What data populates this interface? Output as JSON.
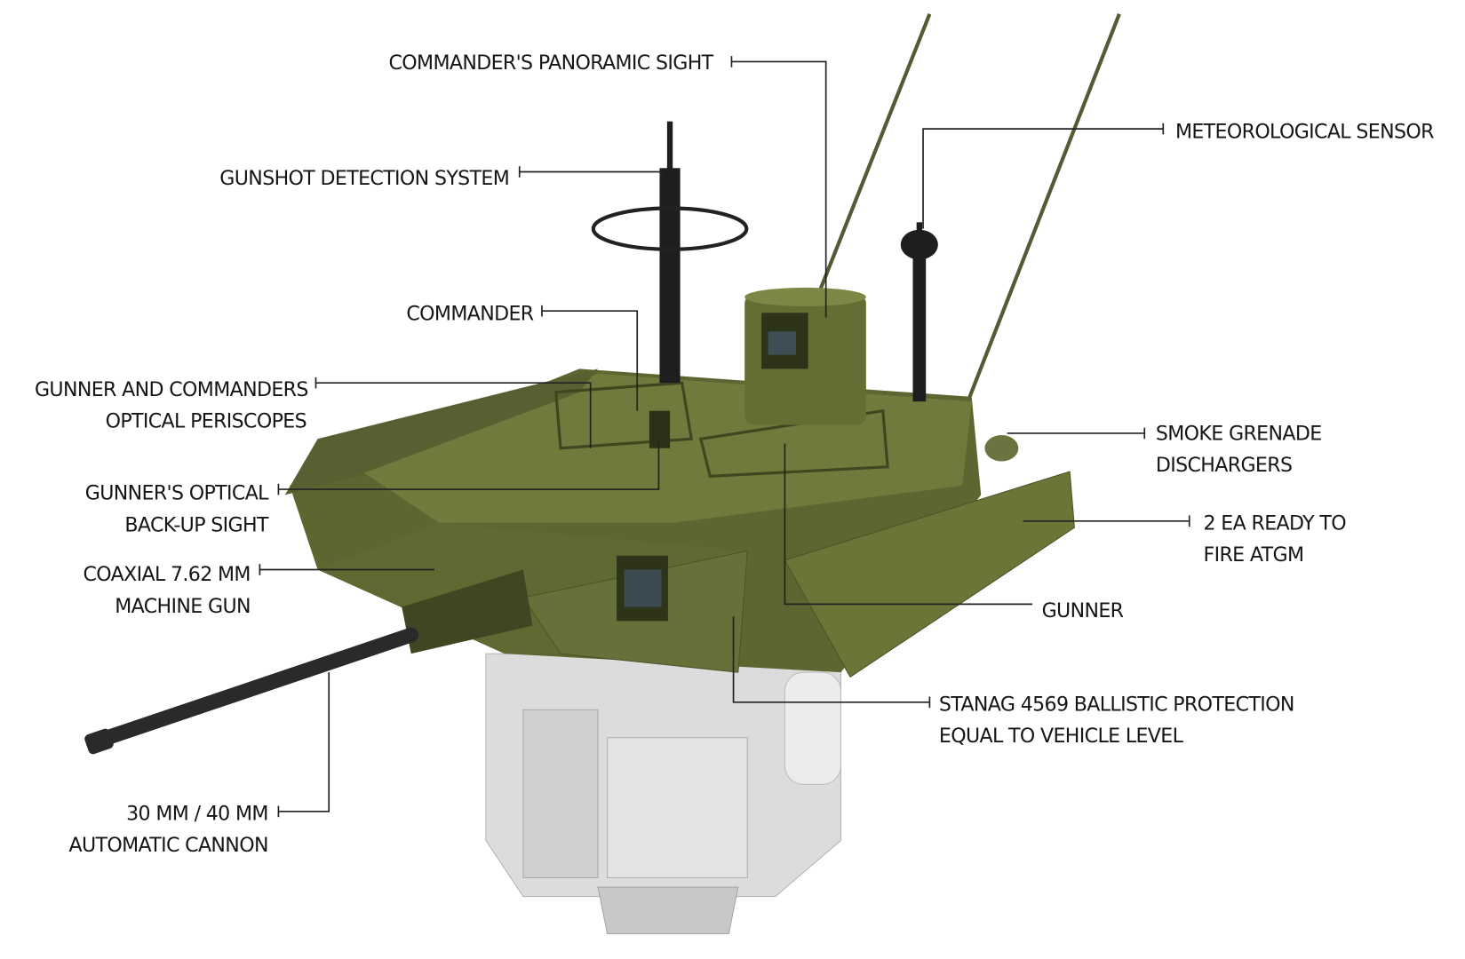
{
  "labels": {
    "panoramic_sight": "COMMANDER'S PANORAMIC SIGHT",
    "met_sensor": "METEOROLOGICAL SENSOR",
    "gunshot": "GUNSHOT DETECTION SYSTEM",
    "commander": "COMMANDER",
    "periscopes_1": "GUNNER AND COMMANDERS",
    "periscopes_2": "OPTICAL PERISCOPES",
    "backup_1": "GUNNER'S OPTICAL",
    "backup_2": "BACK-UP SIGHT",
    "coax_1": "COAXIAL 7.62 MM",
    "coax_2": "MACHINE GUN",
    "cannon_1": "30 MM / 40 MM",
    "cannon_2": "AUTOMATIC CANNON",
    "smoke_1": "SMOKE GRENADE",
    "smoke_2": "DISCHARGERS",
    "atgm_1": "2 EA READY TO",
    "atgm_2": "FIRE ATGM",
    "gunner": "GUNNER",
    "stanag_1": "STANAG 4569 BALLISTIC PROTECTION",
    "stanag_2": "EQUAL TO VEHICLE LEVEL"
  },
  "colors": {
    "armor_light": "#6f7a3c",
    "armor_mid": "#5c6630",
    "armor_dark": "#434a22",
    "base_grey": "#d9d9d9",
    "leader": "#222222"
  }
}
